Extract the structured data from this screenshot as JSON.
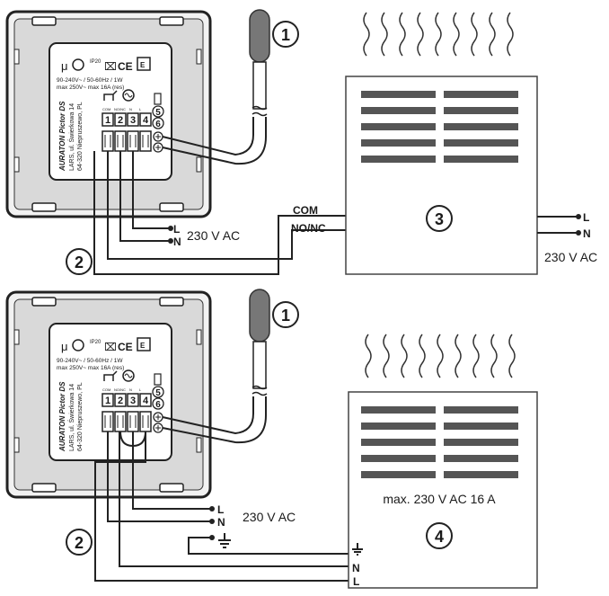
{
  "top": {
    "sensor_number": "1",
    "cable_number": "2",
    "device_number": "3",
    "thermostat": {
      "brand": "AURATON Pictor DS",
      "address_line1": "LARS, ul. Świerkowa 14",
      "address_line2": "64-320 Niepruszewo, PL",
      "spec_line1": "90-240V~ / 50-60Hz / 1W",
      "spec_line2": "max 250V~ max 16A (res)",
      "ip_rating": "IP20",
      "ce_mark": "CE",
      "terminal_labels": [
        "1",
        "2",
        "3",
        "4"
      ],
      "terminal_captions": [
        "COM",
        "NO/NC",
        "N",
        "L"
      ],
      "sensor_terminals": [
        "5",
        "6"
      ]
    },
    "supply_L": "L",
    "supply_N": "N",
    "supply_voltage": "230 V AC",
    "relay_com": "COM",
    "relay_nonc": "NO/NC",
    "device_L": "L",
    "device_N": "N",
    "device_voltage": "230 V AC"
  },
  "bottom": {
    "sensor_number": "1",
    "cable_number": "2",
    "device_number": "4",
    "thermostat": {
      "brand": "AURATON Pictor DS",
      "address_line1": "LARS, ul. Świerkowa 14",
      "address_line2": "64-320 Niepruszewo, PL",
      "spec_line1": "90-240V~ / 50-60Hz / 1W",
      "spec_line2": "max 250V~ max 16A (res)",
      "ip_rating": "IP20",
      "ce_mark": "CE",
      "terminal_labels": [
        "1",
        "2",
        "3",
        "4"
      ],
      "terminal_captions": [
        "COM",
        "NO/NC",
        "N",
        "L"
      ],
      "sensor_terminals": [
        "5",
        "6"
      ]
    },
    "supply_L": "L",
    "supply_N": "N",
    "supply_voltage": "230 V AC",
    "device_rating": "max. 230 V AC 16 A",
    "device_N": "N",
    "device_L": "L"
  },
  "icons": {
    "earth": "earth-ground-icon",
    "heat": "heat-wave-icon",
    "sensor": "temperature-sensor-icon"
  }
}
